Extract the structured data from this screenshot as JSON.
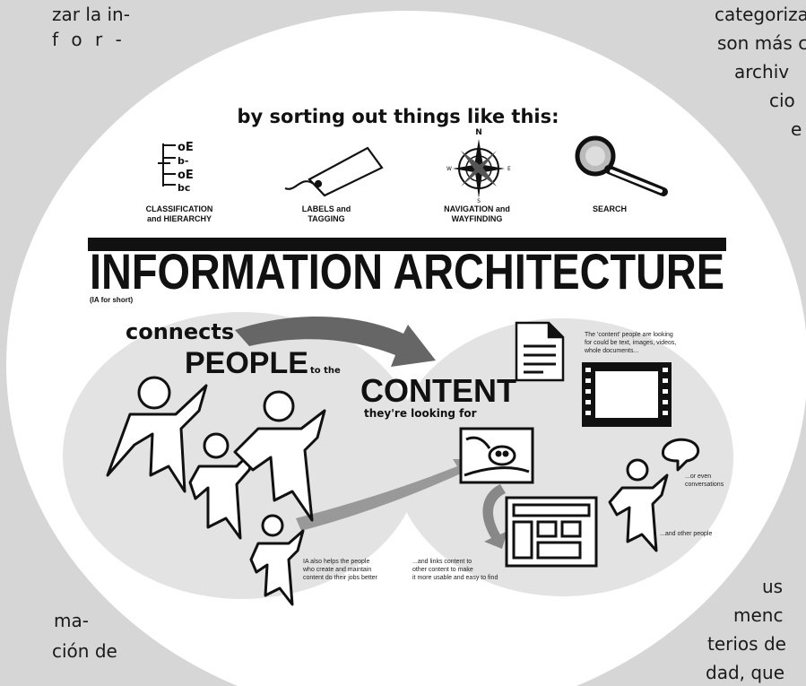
{
  "side_text": {
    "left_top": [
      "zar la in-",
      "f o r -"
    ],
    "left_bottom": [
      "ma-",
      "ción de"
    ],
    "right_top": [
      "categoriza",
      "son más c",
      "archiv",
      "cio",
      "e"
    ],
    "right_bottom": [
      "us",
      "menc",
      "terios de",
      "dad, que"
    ]
  },
  "graphic": {
    "heading": "by sorting out things like this:",
    "icons": [
      {
        "icon": "hierarchy-icon",
        "label_1": "CLASSIFICATION",
        "label_2": "and HIERARCHY"
      },
      {
        "icon": "tag-icon",
        "label_1": "LABELS and",
        "label_2": "TAGGING"
      },
      {
        "icon": "compass-icon",
        "label_1": "NAVIGATION and",
        "label_2": "WAYFINDING"
      },
      {
        "icon": "magnifier-icon",
        "label_1": "SEARCH",
        "label_2": ""
      }
    ],
    "banner": "INFORMATION ARCHITECTURE",
    "banner_sub": "(IA for short)",
    "connects": "connects",
    "people": "PEOPLE",
    "to_the": "to the",
    "content": "CONTENT",
    "looking_for": "they're looking for",
    "content_note": [
      "The 'content' people are looking",
      "for could be text, images, videos,",
      "whole documents..."
    ],
    "conversations_note": [
      "...or even",
      "conversations"
    ],
    "other_people_note": "...and other people",
    "helps_note": [
      "IA also helps the people",
      "who create and maintain",
      "content do their jobs better"
    ],
    "links_note": [
      "...and links content to",
      "other content to make",
      "it more usable and easy to find"
    ]
  }
}
